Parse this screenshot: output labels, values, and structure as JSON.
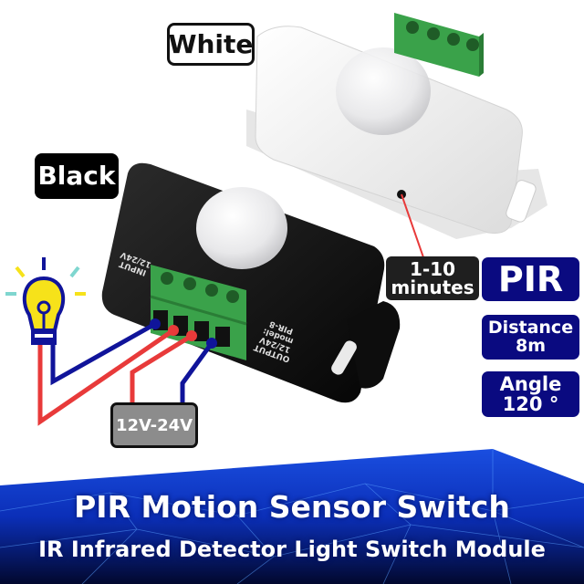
{
  "labels": {
    "white_variant": "White",
    "black_variant": "Black",
    "delay": "1-10 minutes",
    "delay_line1": "1-10",
    "delay_line2": "minutes",
    "sensor_type": "PIR",
    "distance_line1": "Distance",
    "distance_line2": "8m",
    "angle_line1": "Angle",
    "angle_line2": "120 °",
    "power_supply": "12V-24V"
  },
  "device_markings": {
    "input_line1": "INPUT",
    "input_line2": "12/24V",
    "output_line1": "OUTPUT",
    "output_line2": "12/24V",
    "model_label": "model:",
    "model_value": "PIR-8"
  },
  "banner": {
    "title": "PIR Motion Sensor Switch",
    "subtitle": "IR Infrared Detector Light Switch Module"
  },
  "colors": {
    "navy_badge": "#0a0a80",
    "wire_red": "#e83a3a",
    "wire_blue": "#10149a",
    "terminal_green": "#3aa24a",
    "bulb_yellow": "#f6e21a",
    "banner_blue": "#0b2fb8"
  }
}
